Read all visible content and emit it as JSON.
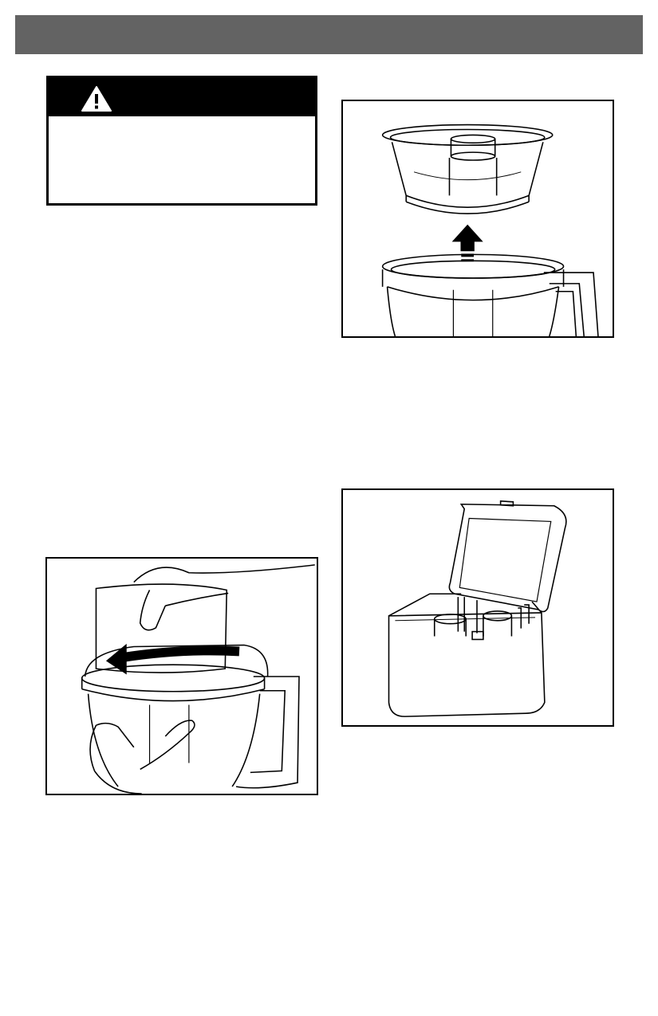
{
  "header": {
    "fill_color": "#636363"
  },
  "warning": {
    "icon": "warning-triangle-icon",
    "header_color": "#000000"
  },
  "figures": [
    {
      "id": "bowl",
      "icon": "work-bowl-lifted-from-bowl-illustration"
    },
    {
      "id": "chute",
      "icon": "feed-tube-lid-rotated-illustration"
    },
    {
      "id": "case",
      "icon": "open-storage-case-illustration"
    }
  ]
}
